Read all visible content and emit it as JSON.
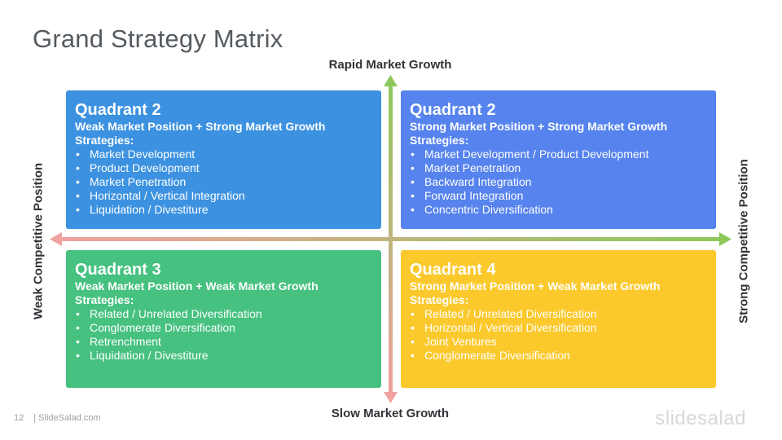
{
  "title": "Grand Strategy Matrix",
  "axes": {
    "top": "Rapid Market Growth",
    "bottom": "Slow Market Growth",
    "left": "Weak Competitive Position",
    "right": "Strong Competitive Position"
  },
  "colors": {
    "top_left": "#3c92e0",
    "top_right": "#5683ed",
    "bottom_left": "#46c180",
    "bottom_right": "#fbc92c",
    "axis_green": "#8dc85a",
    "axis_pink": "#f2a1a1"
  },
  "quadrants": {
    "top_left": {
      "title": "Quadrant 2",
      "subtitle": "Weak Market Position + Strong Market Growth",
      "strategies_label": "Strategies:",
      "items": [
        "Market Development",
        "Product Development",
        "Market Penetration",
        "Horizontal / Vertical Integration",
        "Liquidation / Divestiture"
      ]
    },
    "top_right": {
      "title": "Quadrant 2",
      "subtitle": "Strong Market Position + Strong Market Growth",
      "strategies_label": "Strategies:",
      "items": [
        "Market Development / Product Development",
        "Market Penetration",
        "Backward Integration",
        "Forward Integration",
        "Concentric Diversification"
      ]
    },
    "bottom_left": {
      "title": "Quadrant 3",
      "subtitle": "Weak Market Position + Weak Market Growth",
      "strategies_label": "Strategies:",
      "items": [
        "Related / Unrelated Diversification",
        "Conglomerate Diversification",
        "Retrenchment",
        "Liquidation / Divestiture"
      ]
    },
    "bottom_right": {
      "title": "Quadrant 4",
      "subtitle": "Strong Market Position + Weak Market Growth",
      "strategies_label": "Strategies:",
      "items": [
        "Related / Unrelated Diversification",
        "Horizontal / Vertical Diversification",
        "Joint Ventures",
        "Conglomerate Diversification"
      ]
    }
  },
  "footer": {
    "page_number": "12",
    "source": "| SlideSalad.com",
    "brand": "slidesalad"
  }
}
